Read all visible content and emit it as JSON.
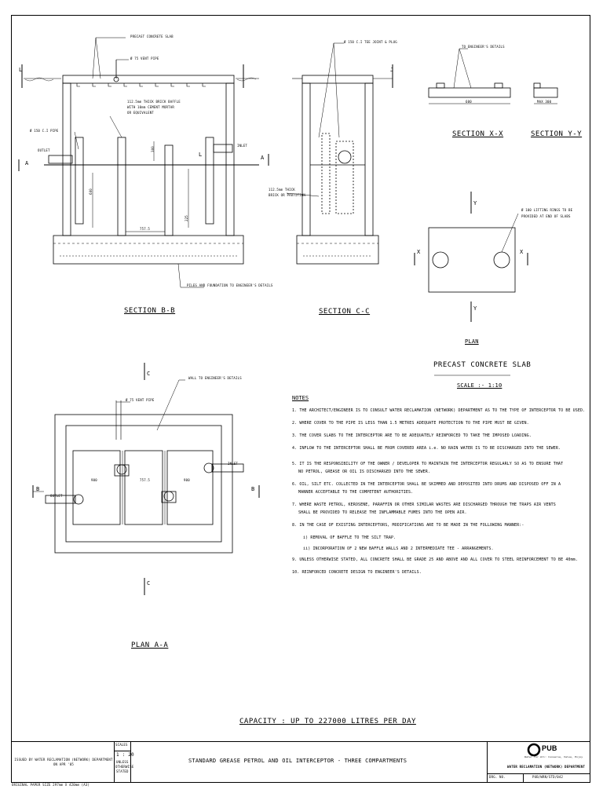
{
  "section_bb": {
    "title": "SECTION B-B",
    "labels": {
      "precast_slab": "PRECAST CONCRETE SLAB",
      "vent_pipe": "Ø 75 VENT PIPE",
      "baffle_line1": "112.5mm THICK BRICK BAFFLE",
      "baffle_line2": "WITH 10mm CEMENT MORTAR",
      "baffle_line3": "OR EQUIVALENT",
      "ci_pipe": "Ø 150 C.I PIPE",
      "outlet": "OUTLET",
      "inlet": "INLET",
      "piles": "PILES AND FOUNDATION TO ENGINEER'S DETAILS",
      "dim_1": "600",
      "dim_2": "300",
      "dim_3": "757.5",
      "dim_4": "225",
      "mark_a_left": "A",
      "mark_a_right": "A",
      "mark_l_left": "L",
      "mark_l_right": "L"
    }
  },
  "section_cc": {
    "title": "SECTION C-C",
    "labels": {
      "tee_joint": "Ø 150 C.I TEE JOINT & PLUG",
      "brick_line1": "112.5mm THICK",
      "brick_line2": "BRICK OR PARTITION",
      "mark_j": "J"
    }
  },
  "section_xx": {
    "title": "SECTION X-X",
    "label": "TO ENGINEER'S DETAILS",
    "dim": "600"
  },
  "section_yy": {
    "title": "SECTION Y-Y",
    "dim": "MAX 300"
  },
  "slab_plan": {
    "lifting_line1": "Ø 100 LIFTING RINGS TO BE",
    "lifting_line2": "PROVIDED AT END OF SLABS",
    "mark_x_left": "X",
    "mark_x_right": "X",
    "mark_y_top": "Y",
    "mark_y_bottom": "Y",
    "plan": "PLAN",
    "title": "PRECAST CONCRETE SLAB",
    "scale": "SCALE :- 1:10"
  },
  "plan_aa": {
    "title": "PLAN A-A",
    "labels": {
      "wall": "WALL TO ENGINEER'S DETAILS",
      "vent_pipe": "Ø 75 VENT PIPE",
      "outlet": "OUTLET",
      "inlet": "INLET",
      "dim_1": "900",
      "dim_2": "757.5",
      "dim_3": "900",
      "mark_b_left": "B",
      "mark_b_right": "B",
      "mark_c_top": "C",
      "mark_c_bottom": "C"
    }
  },
  "notes": {
    "heading": "NOTES",
    "items": [
      "1. THE ARCHITECT/ENGINEER IS TO CONSULT WATER RECLAMATION (NETWORK) DEPARTMENT AS TO THE TYPE OF INTERCEPTOR TO BE USED.",
      "2. WHERE COVER TO THE PIPE IS LESS THAN 1.5 METRES ADEQUATE PROTECTION TO THE PIPE MUST BE GIVEN.",
      "3. THE COVER SLABS TO THE INTERCEPTOR ARE TO BE ADEQUATELY REINFORCED TO TAKE THE IMPOSED LOADING.",
      "4. INFLOW TO THE INTERCEPTOR SHALL BE FROM COVERED AREA i.e. NO RAIN WATER IS TO BE DISCHARGED INTO THE SEWER.",
      "5. IT IS THE RESPONSIBILITY OF THE OWNER / DEVELOPER TO MAINTAIN THE INTERCEPTOR REGULARLY SO AS TO ENSURE THAT",
      "NO PETROL, GREASE OR OIL IS DISCHARGED INTO THE SEWER.",
      "6. OIL, SILT ETC. COLLECTED IN THE INTERCEPTOR SHALL BE SKIMMED AND DEPOSITED INTO DRUMS AND DISPOSED OFF IN A",
      "MANNER ACCEPTABLE TO THE COMPETENT AUTHORITIES.",
      "7. WHERE WASTE PETROL, KEROSENE, PARAFFIN OR OTHER SIMILAR WASTES ARE DISCHARGED THROUGH THE TRAPS AIR VENTS",
      "SHALL BE PROVIDED TO RELEASE THE INFLAMMABLE FUMES INTO THE OPEN AIR.",
      "8. IN THE CASE OF EXISTING INTERCEPTORS, MODIFICATIONS ARE TO BE MADE IN THE FOLLOWING MANNER:-",
      "i) REMOVAL OF BAFFLE TO THE SILT TRAP.",
      "ii) INCORPORATION OF 2 NEW BAFFLE WALLS AND 2 INTERMEDIATE TEE - ARRANGEMENTS.",
      "9. UNLESS OTHERWISE STATED, ALL CONCRETE SHALL BE GRADE 25 AND ABOVE AND ALL COVER TO STEEL REINFORCEMENT TO BE 40mm.",
      "10. REINFORCED CONCRETE DESIGN TO ENGINEER'S DETAILS."
    ]
  },
  "capacity": "CAPACITY : UP TO 227000 LITRES PER DAY",
  "title_block": {
    "issued_line1": "ISSUED BY WATER RECLAMATION (NETWORK) DEPARTMENT",
    "issued_line2": "ON APR '05",
    "scales_label": "SCALES",
    "scales_value": "1 : 20",
    "scales_note1": "UNLESS",
    "scales_note2": "OTHERWISE",
    "scales_note3": "STATED",
    "drawing_title": "STANDARD GREASE PETROL AND OIL INTERCEPTOR - THREE COMPARTMENTS",
    "logo_text": "PUB",
    "logo_tagline": "Water for All: Conserve, Value, Enjoy",
    "department": "WATER RECLAMATION (NETWORK) DEPARTMENT",
    "drg_label": "DRG. NO.",
    "drg_value": "PUB/WRN/STD/042",
    "footer": "ORIGINAL PAPER SIZE 297mm X 420mm (A3)"
  }
}
